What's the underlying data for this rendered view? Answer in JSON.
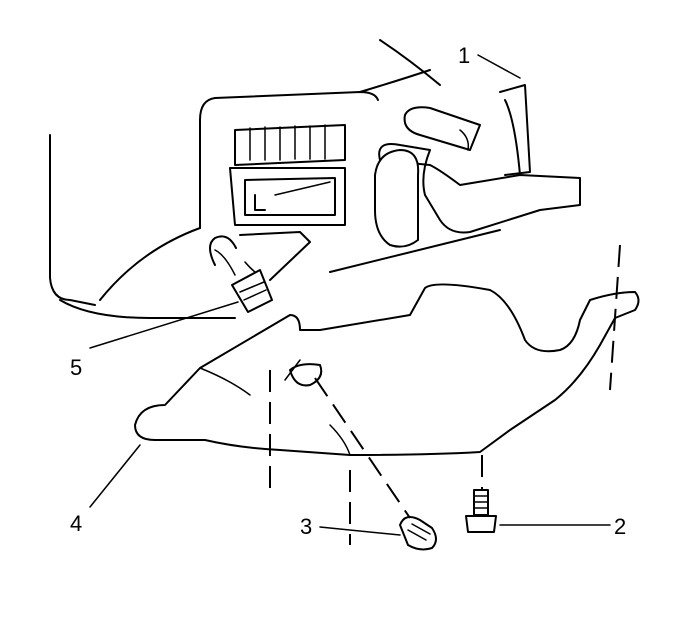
{
  "callouts": [
    {
      "id": "1",
      "text": "1"
    },
    {
      "id": "2",
      "text": "2"
    },
    {
      "id": "3",
      "text": "3"
    },
    {
      "id": "4",
      "text": "4"
    },
    {
      "id": "5",
      "text": "5"
    }
  ],
  "colors": {
    "ink": "#000000",
    "paper": "#ffffff"
  }
}
